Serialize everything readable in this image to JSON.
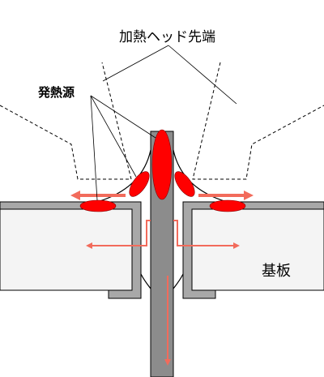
{
  "labels": {
    "heating_head_tip": "加熱ヘッド先端",
    "heat_source": "発熱源",
    "substrate": "基板"
  },
  "colors": {
    "heat_spot": "#ff0000",
    "heat_flow_arrow": "#f26b5b",
    "board_fill": "#f4f4f4",
    "plating": "#a8a8a8",
    "pin": "#8c8c8c",
    "outline": "#000000"
  }
}
